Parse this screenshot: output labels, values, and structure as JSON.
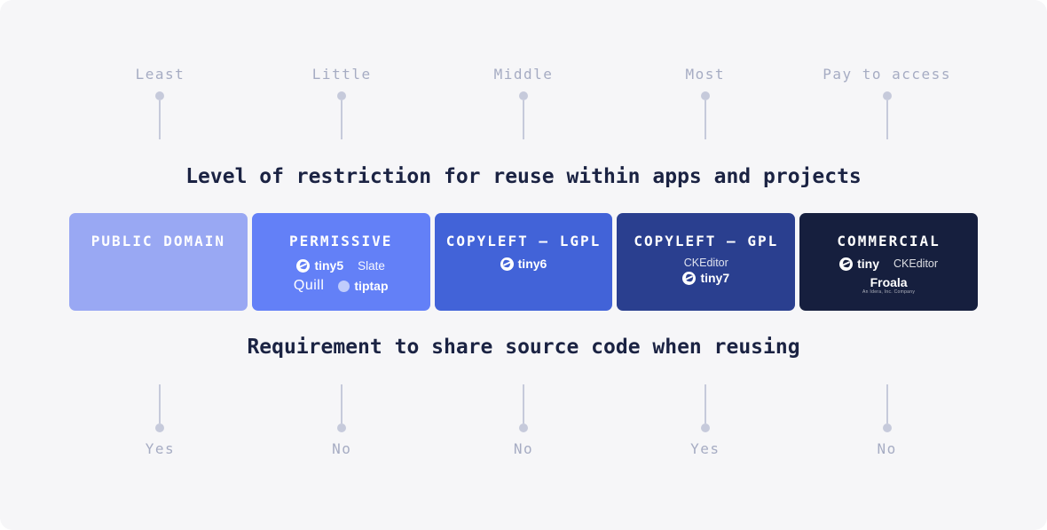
{
  "colors": {
    "canvas_bg": "#f6f6f8",
    "pin": "#c6cadb",
    "marker_label": "#a6acc3",
    "heading": "#1b2343"
  },
  "top_axis": {
    "heading": "Level of restriction for reuse within apps and projects",
    "markers": [
      "Least",
      "Little",
      "Middle",
      "Most",
      "Pay to access"
    ]
  },
  "bottom_axis": {
    "heading": "Requirement to share source code when reusing",
    "markers": [
      "Yes",
      "No",
      "No",
      "Yes",
      "No"
    ]
  },
  "cards": [
    {
      "title": "PUBLIC DOMAIN",
      "bg": "#99a8f3",
      "logos": {}
    },
    {
      "title": "PERMISSIVE",
      "bg": "#6380f7",
      "logos": {
        "tiny5": "tiny5",
        "slate": "Slate",
        "quill": "Quill",
        "tiptap": "tiptap"
      }
    },
    {
      "title": "COPYLEFT — LGPL",
      "bg": "#4263d8",
      "logos": {
        "tiny6": "tiny6"
      }
    },
    {
      "title": "COPYLEFT — GPL",
      "bg": "#2a3f8f",
      "logos": {
        "ckeditor": "CKEditor",
        "tiny7": "tiny7"
      }
    },
    {
      "title": "COMMERCIAL",
      "bg": "#161f3e",
      "logos": {
        "tiny": "tiny",
        "ckeditor": "CKEditor",
        "froala": "Froala",
        "froala_sub": "An Idera, Inc. Company"
      }
    }
  ]
}
